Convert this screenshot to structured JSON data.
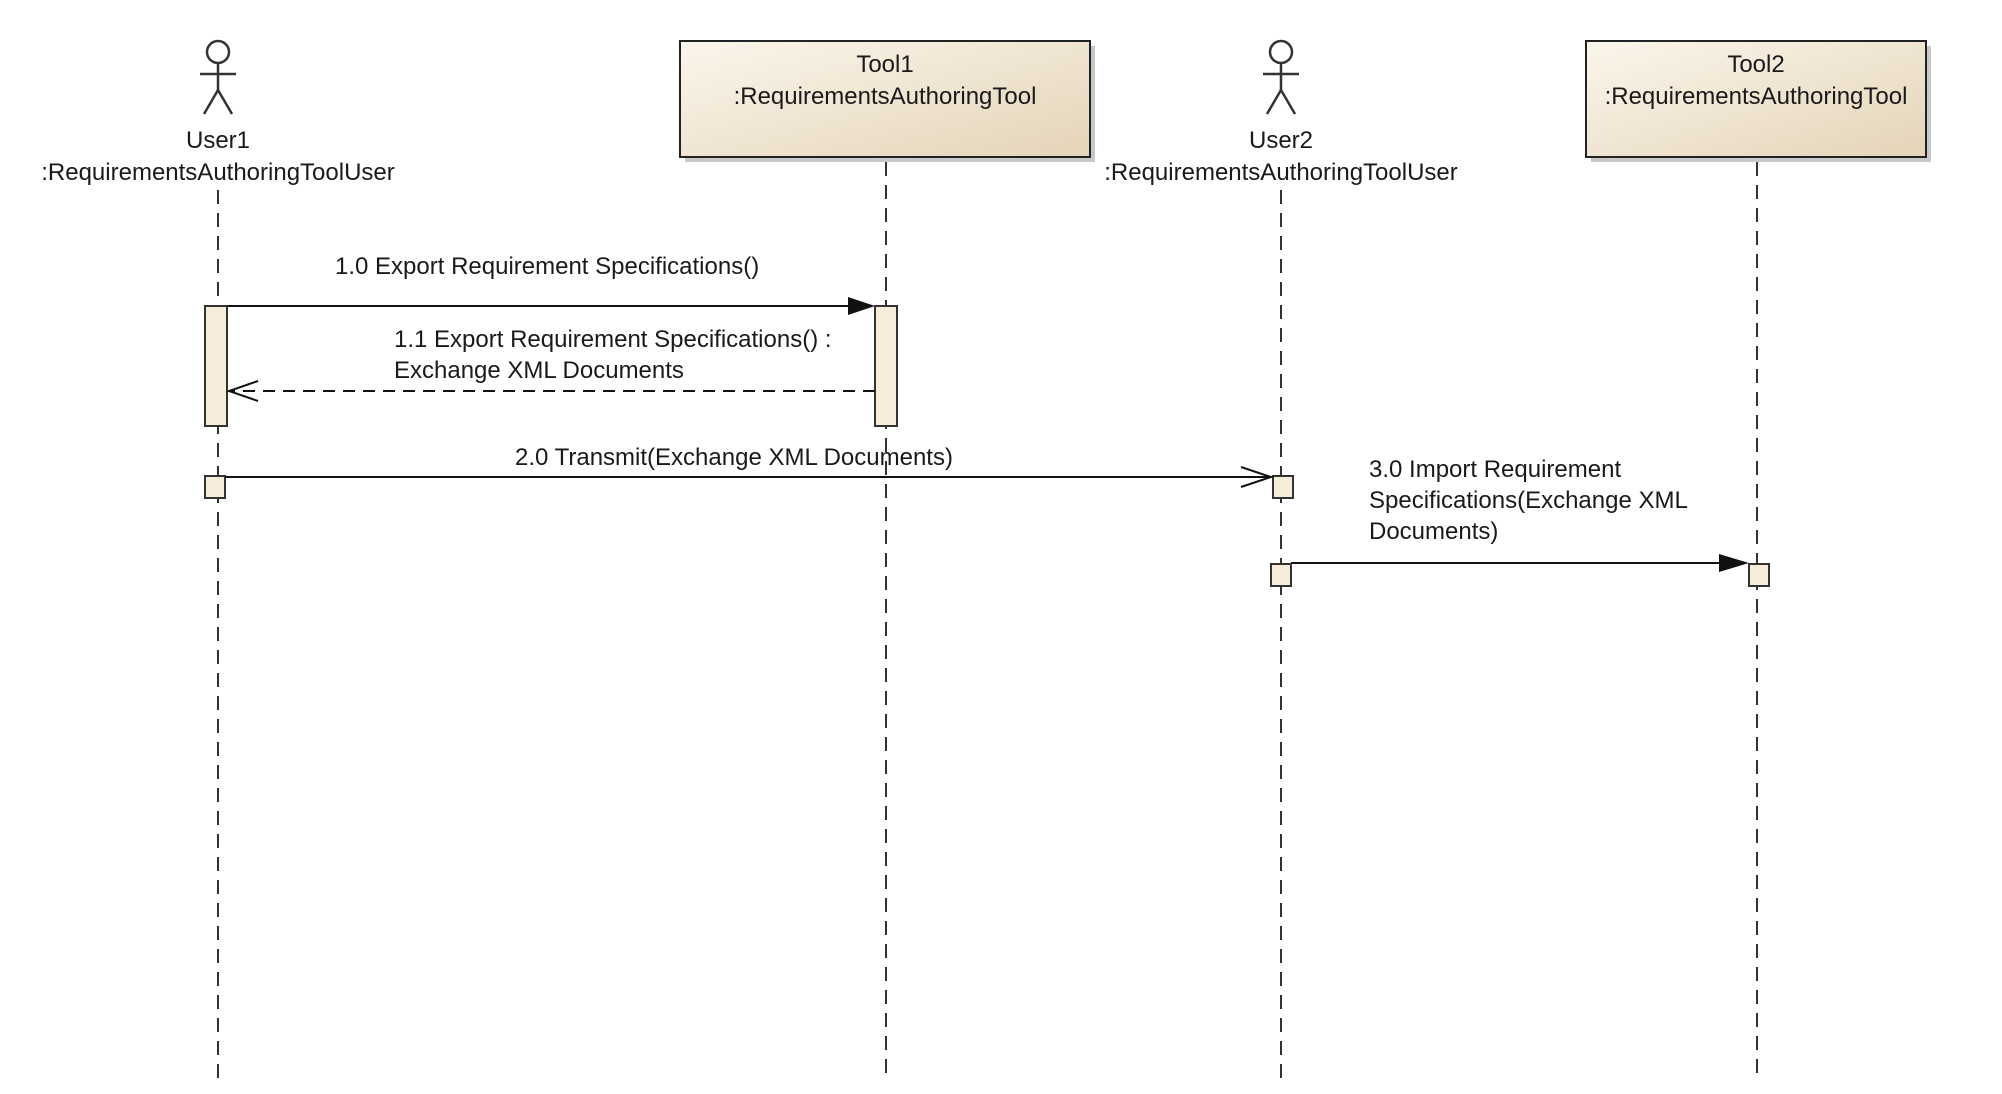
{
  "colors": {
    "box_fill_top": "#fbf6ec",
    "box_fill_bottom": "#e4d4b8",
    "activation_fill": "#f7ecd9",
    "line": "#111111"
  },
  "participants": [
    {
      "id": "user1",
      "kind": "actor",
      "name": "User1",
      "type": ":RequirementsAuthoringToolUser"
    },
    {
      "id": "tool1",
      "kind": "object",
      "name": "Tool1",
      "type": ":RequirementsAuthoringTool"
    },
    {
      "id": "user2",
      "kind": "actor",
      "name": "User2",
      "type": ":RequirementsAuthoringToolUser"
    },
    {
      "id": "tool2",
      "kind": "object",
      "name": "Tool2",
      "type": ":RequirementsAuthoringTool"
    }
  ],
  "messages": [
    {
      "id": "m10",
      "from": "user1",
      "to": "tool1",
      "style": "synchronous",
      "lines": [
        "1.0 Export Requirement Specifications()"
      ]
    },
    {
      "id": "m11",
      "from": "tool1",
      "to": "user1",
      "style": "return",
      "lines": [
        "1.1 Export Requirement Specifications() :",
        "Exchange XML Documents"
      ]
    },
    {
      "id": "m20",
      "from": "user1",
      "to": "user2",
      "style": "asynchronous",
      "lines": [
        "2.0 Transmit(Exchange XML Documents)"
      ]
    },
    {
      "id": "m30",
      "from": "user2",
      "to": "tool2",
      "style": "synchronous",
      "lines": [
        "3.0 Import Requirement",
        "Specifications(Exchange XML",
        "Documents)"
      ]
    }
  ]
}
